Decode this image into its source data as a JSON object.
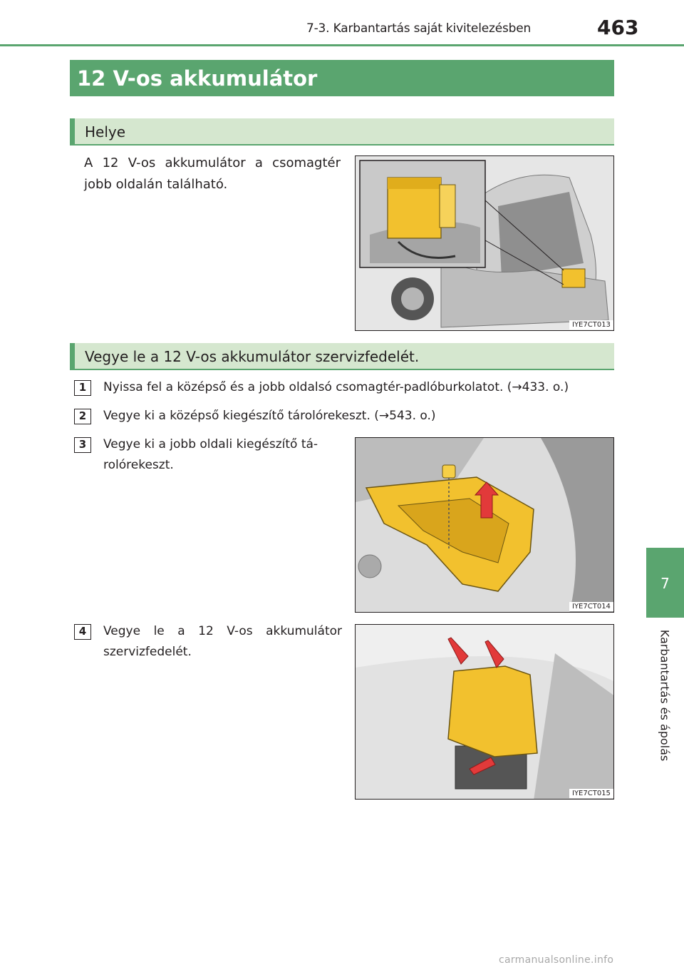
{
  "header": {
    "section": "7-3. Karbantartás saját kivitelezésben",
    "page_number": "463"
  },
  "side_tab": {
    "chapter_number": "7",
    "chapter_title": "Karbantartás és ápolás"
  },
  "title": "12 V-os akkumulátor",
  "location": {
    "heading": "Helye",
    "text": "A 12 V-os akkumulátor a csomagtér jobb oldalán található.",
    "image_code": "IYE7CT013"
  },
  "removal": {
    "heading": "Vegye le a 12 V-os akkumulátor szervizfedelét.",
    "steps": [
      {
        "number": "1",
        "text": "Nyissa fel a középső és a jobb oldalsó csomagtér-padlóburkolatot. (→433. o.)"
      },
      {
        "number": "2",
        "text": "Vegye ki a középső kiegészítő tárolórekeszt. (→543. o.)"
      },
      {
        "number": "3",
        "text": "Vegye ki a jobb oldali kiegészítő tá-rolórekeszt.",
        "image_code": "IYE7CT014"
      },
      {
        "number": "4",
        "text": "Vegye le a 12 V-os akkumulátor szervizfedelét.",
        "image_code": "IYE7CT015"
      }
    ]
  },
  "footer": {
    "watermark": "carmanualsonline.info"
  },
  "colors": {
    "accent_green": "#5aa56f",
    "light_green": "#d5e7cf",
    "part_yellow": "#f2c12e"
  },
  "icons": [
    "arrow-up-red-icon",
    "arrow-down-red-icon"
  ]
}
